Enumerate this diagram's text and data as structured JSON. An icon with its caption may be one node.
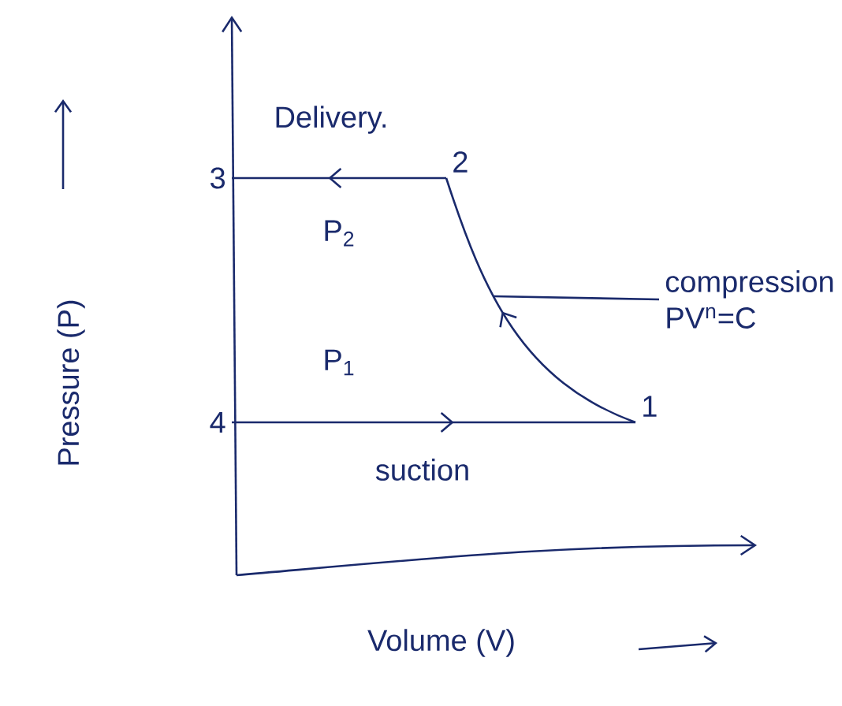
{
  "diagram": {
    "nodes": [
      {
        "text": [
          "2"
        ]
      },
      {
        "text": [
          "3"
        ]
      },
      {
        "text": [
          "compression",
          "PV$^{n}$=C"
        ]
      },
      {
        "text": [
          "1"
        ]
      },
      {
        "text": [
          "4"
        ]
      }
    ],
    "edges": [
      {
        "from": 4,
        "to": 3,
        "arrow": "to",
        "label": "P$_{1}$"
      },
      {
        "from": 3,
        "to": 0,
        "arrow": "to"
      },
      {
        "from": 0,
        "to": 1,
        "arrow": "to",
        "label": "P$_{2}$"
      },
      {
        "from": 2,
        "to": null,
        "arrow": "none"
      }
    ],
    "labels": [
      "Delivery.",
      "suction",
      "Pressure (P)",
      "Volume (V)"
    ]
  }
}
